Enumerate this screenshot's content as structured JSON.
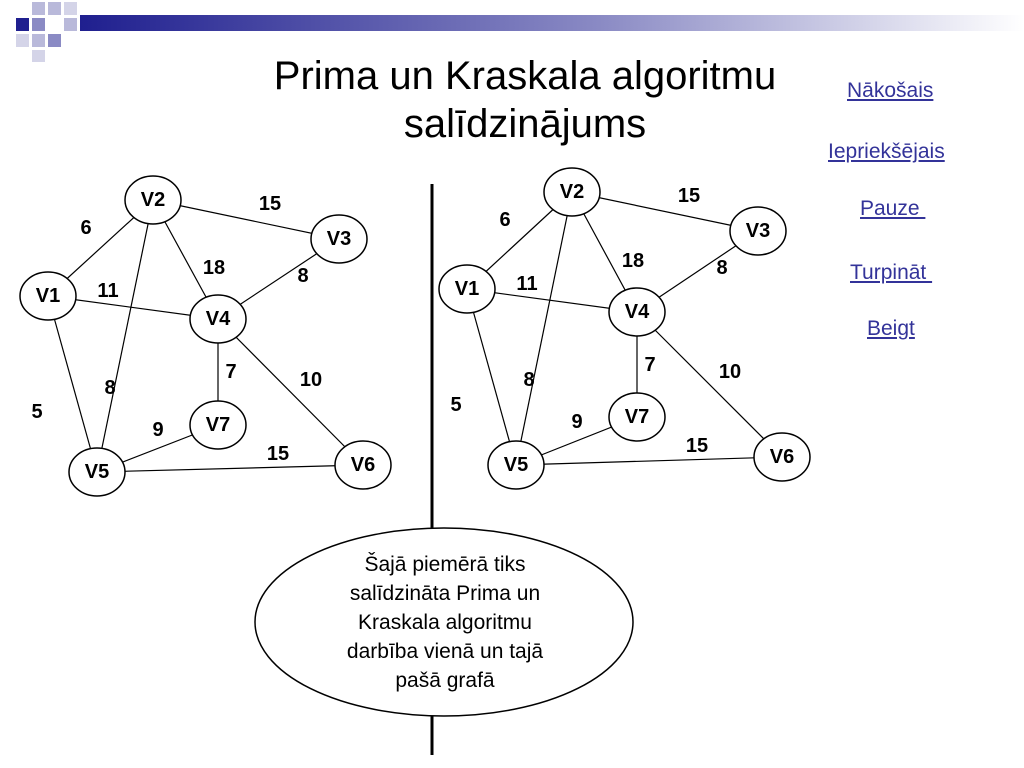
{
  "slide": {
    "title_line1": "Prima un Kraskala algoritmu",
    "title_line2": "salīdzinājums",
    "note": [
      "Šajā piemērā tiks",
      "salīdzināta Prima un",
      "Kraskala algoritmu",
      "darbība vienā un tajā",
      "pašā grafā"
    ]
  },
  "nav": {
    "next": "Nākošais",
    "prev": "Iepriekšējais",
    "pause": "Pauze ",
    "continue": "Turpināt ",
    "end": "Beigt"
  },
  "colors": {
    "link": "#333399",
    "deco_blue": "#1f1f8f"
  },
  "graph": {
    "nodes": [
      "V1",
      "V2",
      "V3",
      "V4",
      "V5",
      "V6",
      "V7"
    ],
    "edges": [
      {
        "from": "V1",
        "to": "V2",
        "weight": "6"
      },
      {
        "from": "V2",
        "to": "V3",
        "weight": "15"
      },
      {
        "from": "V2",
        "to": "V4",
        "weight": "18"
      },
      {
        "from": "V3",
        "to": "V4",
        "weight": "8"
      },
      {
        "from": "V1",
        "to": "V4",
        "weight": "11"
      },
      {
        "from": "V1",
        "to": "V5",
        "weight": "5"
      },
      {
        "from": "V2",
        "to": "V5",
        "weight": "8"
      },
      {
        "from": "V4",
        "to": "V7",
        "weight": "7"
      },
      {
        "from": "V4",
        "to": "V6",
        "weight": "10"
      },
      {
        "from": "V5",
        "to": "V7",
        "weight": "9"
      },
      {
        "from": "V5",
        "to": "V6",
        "weight": "15"
      }
    ]
  }
}
